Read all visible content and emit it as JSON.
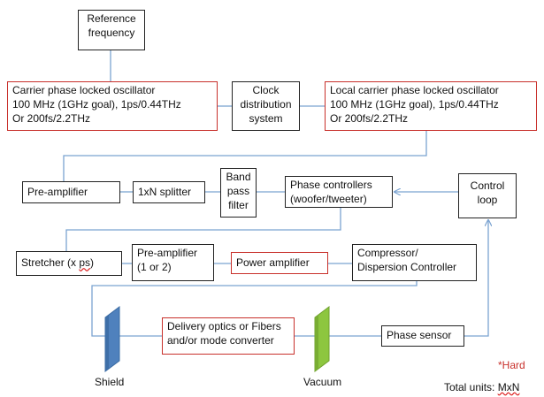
{
  "boxes": {
    "reference_frequency": "Reference\nfrequency",
    "carrier_oscillator": "Carrier phase locked oscillator\n100 MHz (1GHz goal), 1ps/0.44THz\nOr 200fs/2.2THz",
    "clock_distribution": "Clock\ndistribution\nsystem",
    "local_oscillator": "Local carrier phase locked oscillator\n100 MHz (1GHz goal), 1ps/0.44THz\nOr 200fs/2.2THz",
    "pre_amplifier_top": "Pre-amplifier",
    "splitter": "1xN splitter",
    "band_pass_filter": "Band\npass\nfilter",
    "phase_controllers": "Phase controllers\n(woofer/tweeter)",
    "control_loop": "Control\nloop",
    "stretcher_prefix": "Stretcher (x ",
    "stretcher_underlined": "ps",
    "stretcher_suffix": ")",
    "pre_amplifier_mid": "Pre-amplifier\n(1 or 2)",
    "power_amplifier": "Power amplifier",
    "compressor": "Compressor/\nDispersion Controller",
    "delivery_optics": "Delivery optics or Fibers\nand/or mode converter",
    "phase_sensor": "Phase sensor"
  },
  "labels": {
    "shield": "Shield",
    "vacuum": "Vacuum",
    "hard": "*Hard",
    "total_units_prefix": "Total units: ",
    "total_units_value": "MxN"
  },
  "colors": {
    "wire": "#7ba3d1",
    "red_border": "#c8302b",
    "shield_fill": "#4f81bd",
    "vacuum_fill": "#8dc63f"
  }
}
